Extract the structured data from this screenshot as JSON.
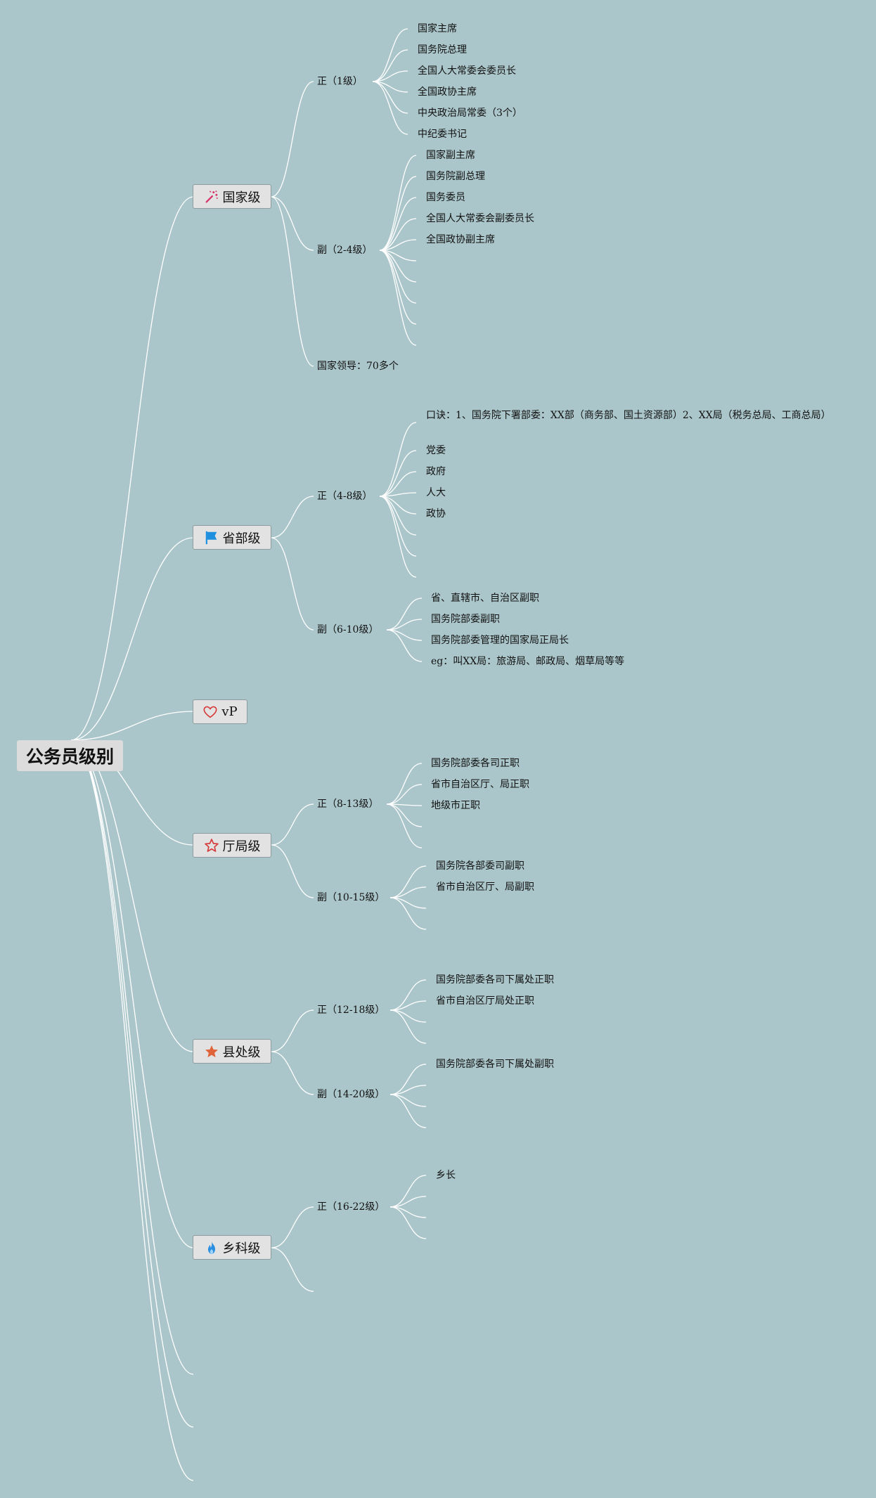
{
  "root": "公务员级别",
  "branches": {
    "national": {
      "label": "国家级",
      "icon": "magic-wand-icon",
      "zheng": {
        "label": "正（1级）",
        "items": [
          "国家主席",
          "国务院总理",
          "全国人大常委会委员长",
          "全国政协主席",
          "中央政治局常委（3个）",
          "中纪委书记"
        ]
      },
      "fu": {
        "label": "副（2-4级）",
        "items": [
          "国家副主席",
          "国务院副总理",
          "国务委员",
          "全国人大常委会副委员长",
          "全国政协副主席"
        ]
      },
      "note": "国家领导：70多个"
    },
    "provincial": {
      "label": "省部级",
      "icon": "blue-flag-icon",
      "zheng": {
        "label": "正（4-8级）",
        "items": [
          "口诀：1、国务院下署部委：XX部（商务部、国土资源部）2、XX局（税务总局、工商总局）",
          "党委",
          "政府",
          "人大",
          "政协"
        ]
      },
      "fu": {
        "label": "副（6-10级）",
        "items": [
          "省、直辖市、自治区副职",
          "国务院部委副职",
          "国务院部委管理的国家局正局长",
          "eg：叫XX局：旅游局、邮政局、烟草局等等"
        ]
      }
    },
    "vp": {
      "label": "vP",
      "icon": "heart-outline-icon"
    },
    "bureau": {
      "label": "厅局级",
      "icon": "star-outline-icon",
      "zheng": {
        "label": "正（8-13级）",
        "items": [
          "国务院部委各司正职",
          "省市自治区厅、局正职",
          "地级市正职"
        ]
      },
      "fu": {
        "label": "副（10-15级）",
        "items": [
          "国务院各部委司副职",
          "省市自治区厅、局副职"
        ]
      }
    },
    "county": {
      "label": "县处级",
      "icon": "star-filled-icon",
      "zheng": {
        "label": "正（12-18级）",
        "items": [
          "国务院部委各司下属处正职",
          "省市自治区厅局处正职"
        ]
      },
      "fu": {
        "label": "副（14-20级）",
        "items": [
          "国务院部委各司下属处副职"
        ]
      }
    },
    "township": {
      "label": "乡科级",
      "icon": "flame-icon",
      "zheng": {
        "label": "正（16-22级）",
        "items": [
          "乡长"
        ]
      }
    }
  },
  "colors": {
    "background": "#abc6ca",
    "connector": "#ffffff",
    "node_fill": "#e2e2e2",
    "node_border": "#8d9c9e",
    "magic_wand": "#d6336c",
    "flag": "#1f8fe0",
    "heart": "#d63a3a",
    "star_outline": "#d63a3a",
    "star_filled": "#e0643a",
    "flame": "#2a8fe0"
  }
}
